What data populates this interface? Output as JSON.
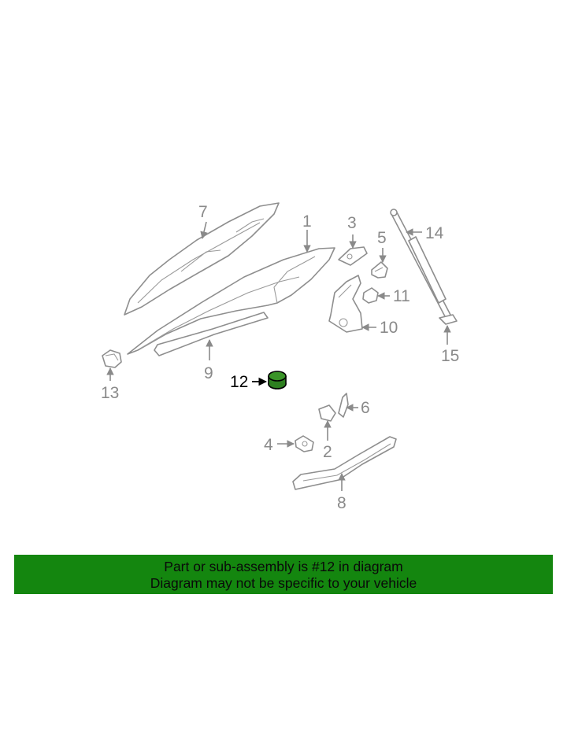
{
  "callouts": [
    "1",
    "2",
    "3",
    "4",
    "5",
    "6",
    "7",
    "8",
    "9",
    "10",
    "11",
    "12",
    "13",
    "14",
    "15"
  ],
  "highlight_callout": "12",
  "banner": {
    "line1": "Part or sub-assembly is #12 in diagram",
    "line2": "Diagram may not be specific to your vehicle"
  },
  "colors": {
    "banner_bg": "#14860f",
    "highlight_part": "#1e6e12",
    "line_art": "#8e8e8e"
  },
  "icons": {
    "arrow": "arrow-icon"
  }
}
